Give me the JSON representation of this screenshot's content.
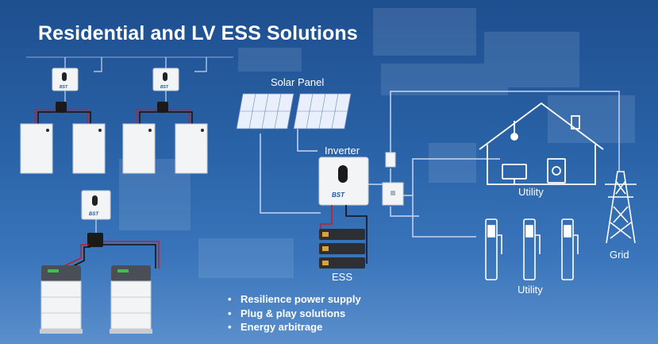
{
  "title": "Residential and LV ESS Solutions",
  "labels": {
    "solar_panel": "Solar Panel",
    "inverter": "Inverter",
    "ess": "ESS",
    "utility_house": "Utility",
    "utility_chargers": "Utility",
    "grid": "Grid"
  },
  "bullets": [
    "Resilience power supply",
    "Plug & play solutions",
    "Energy arbitrage"
  ],
  "brand_logo": "BST",
  "colors": {
    "background": "#2a63a8",
    "line": "#c9d5f2",
    "cable_red": "#c0202a",
    "cable_dark": "#111111",
    "device_white": "#f3f4f6"
  }
}
